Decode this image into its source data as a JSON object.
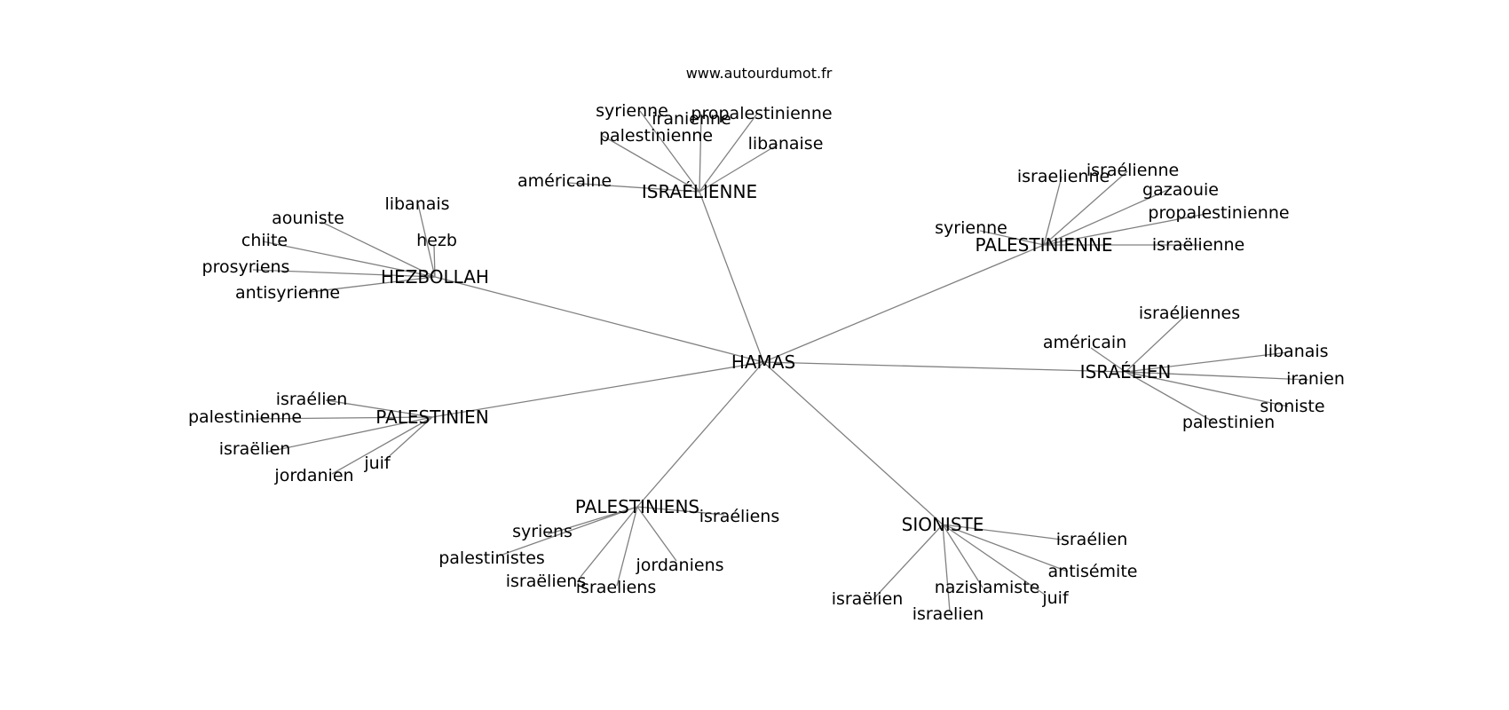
{
  "site": "www.autourdumot.fr",
  "center": "HAMAS",
  "hubs": [
    {
      "label": "ISRAÉLIENNE",
      "words": [
        "syrienne",
        "iranienne",
        "propalestinienne",
        "palestinienne",
        "libanaise",
        "américaine"
      ]
    },
    {
      "label": "PALESTINIENNE",
      "words": [
        "israelienne",
        "israélienne",
        "gazaouie",
        "propalestinienne",
        "syrienne",
        "israëlienne"
      ]
    },
    {
      "label": "HEZBOLLAH",
      "words": [
        "libanais",
        "aouniste",
        "hezb",
        "chiite",
        "prosyriens",
        "antisyrienne"
      ]
    },
    {
      "label": "ISRAÉLIEN",
      "words": [
        "israéliennes",
        "américain",
        "libanais",
        "iranien",
        "sioniste",
        "palestinien"
      ]
    },
    {
      "label": "PALESTINIEN",
      "words": [
        "israélien",
        "palestinienne",
        "israëlien",
        "juif",
        "jordanien"
      ]
    },
    {
      "label": "PALESTINIENS",
      "words": [
        "israéliens",
        "syriens",
        "palestinistes",
        "jordaniens",
        "israëliens",
        "israeliens"
      ]
    },
    {
      "label": "SIONISTE",
      "words": [
        "israélien",
        "antisémite",
        "nazislamiste",
        "juif",
        "israëlien",
        "israelien"
      ]
    }
  ]
}
